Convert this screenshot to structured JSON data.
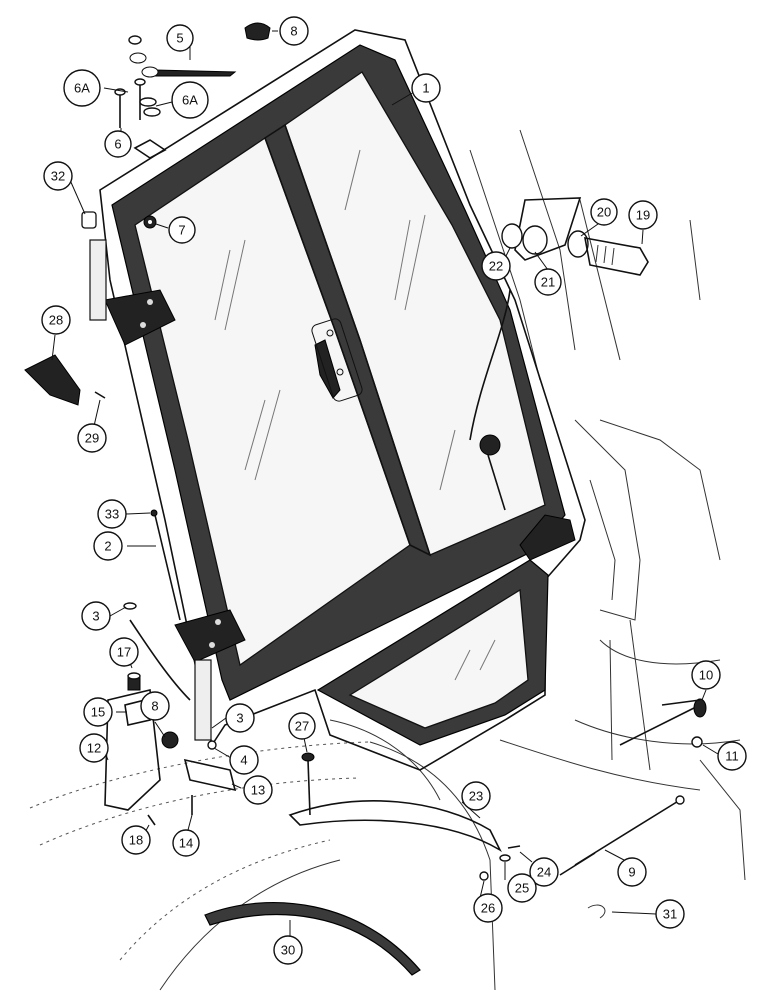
{
  "callouts": [
    {
      "id": "c-1",
      "label": "1"
    },
    {
      "id": "c-2",
      "label": "2"
    },
    {
      "id": "c-3a",
      "label": "3"
    },
    {
      "id": "c-3b",
      "label": "3"
    },
    {
      "id": "c-4",
      "label": "4"
    },
    {
      "id": "c-5",
      "label": "5"
    },
    {
      "id": "c-6",
      "label": "6"
    },
    {
      "id": "c-6a-left",
      "label": "6A"
    },
    {
      "id": "c-6a-right",
      "label": "6A"
    },
    {
      "id": "c-7",
      "label": "7"
    },
    {
      "id": "c-8a",
      "label": "8"
    },
    {
      "id": "c-8b",
      "label": "8"
    },
    {
      "id": "c-9",
      "label": "9"
    },
    {
      "id": "c-10",
      "label": "10"
    },
    {
      "id": "c-11",
      "label": "11"
    },
    {
      "id": "c-12",
      "label": "12"
    },
    {
      "id": "c-13",
      "label": "13"
    },
    {
      "id": "c-14",
      "label": "14"
    },
    {
      "id": "c-15",
      "label": "15"
    },
    {
      "id": "c-17",
      "label": "17"
    },
    {
      "id": "c-18",
      "label": "18"
    },
    {
      "id": "c-19",
      "label": "19"
    },
    {
      "id": "c-20",
      "label": "20"
    },
    {
      "id": "c-21",
      "label": "21"
    },
    {
      "id": "c-22",
      "label": "22"
    },
    {
      "id": "c-23",
      "label": "23"
    },
    {
      "id": "c-24",
      "label": "24"
    },
    {
      "id": "c-25",
      "label": "25"
    },
    {
      "id": "c-26",
      "label": "26"
    },
    {
      "id": "c-27",
      "label": "27"
    },
    {
      "id": "c-28",
      "label": "28"
    },
    {
      "id": "c-29",
      "label": "29"
    },
    {
      "id": "c-30",
      "label": "30"
    },
    {
      "id": "c-31",
      "label": "31"
    },
    {
      "id": "c-32",
      "label": "32"
    },
    {
      "id": "c-33",
      "label": "33"
    }
  ]
}
